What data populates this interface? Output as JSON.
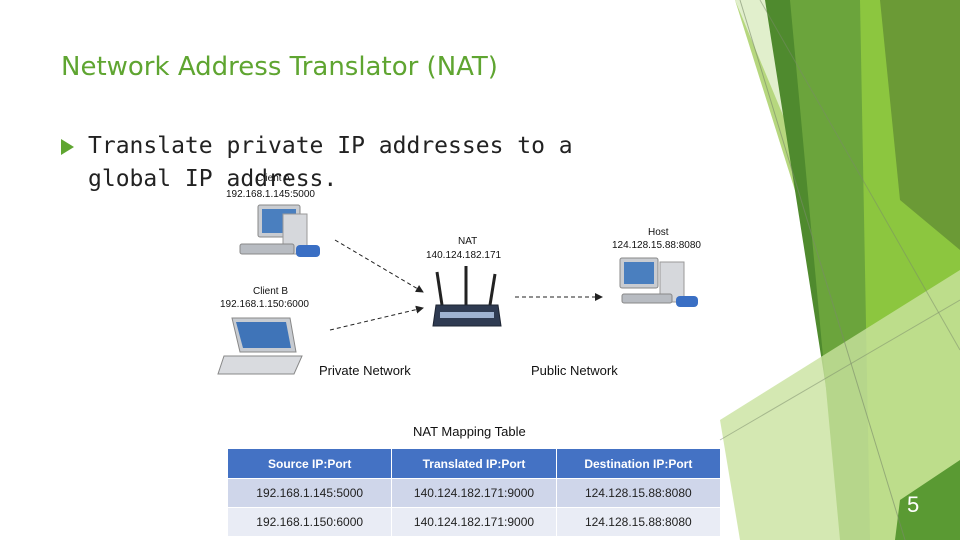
{
  "slide": {
    "title": "Network Address Translator (NAT)",
    "bullet": "Translate private IP addresses to a global IP address.",
    "page_number": "5"
  },
  "diagram": {
    "client_a": {
      "name": "Client A",
      "address": "192.168.1.145:5000"
    },
    "client_b": {
      "name": "Client B",
      "address": "192.168.1.150:6000"
    },
    "nat": {
      "name": "NAT",
      "address": "140.124.182.171"
    },
    "host": {
      "name": "Host",
      "address": "124.128.15.88:8080"
    },
    "private_network": "Private Network",
    "public_network": "Public Network"
  },
  "table": {
    "title": "NAT Mapping Table",
    "headers": [
      "Source IP:Port",
      "Translated IP:Port",
      "Destination IP:Port"
    ],
    "rows": [
      [
        "192.168.1.145:5000",
        "140.124.182.171:9000",
        "124.128.15.88:8080"
      ],
      [
        "192.168.1.150:6000",
        "140.124.182.171:9000",
        "124.128.15.88:8080"
      ]
    ]
  },
  "colors": {
    "accent": "#5fa531",
    "table_header": "#4472c4",
    "row_a": "#cfd6ea",
    "row_b": "#e9ecf5"
  }
}
